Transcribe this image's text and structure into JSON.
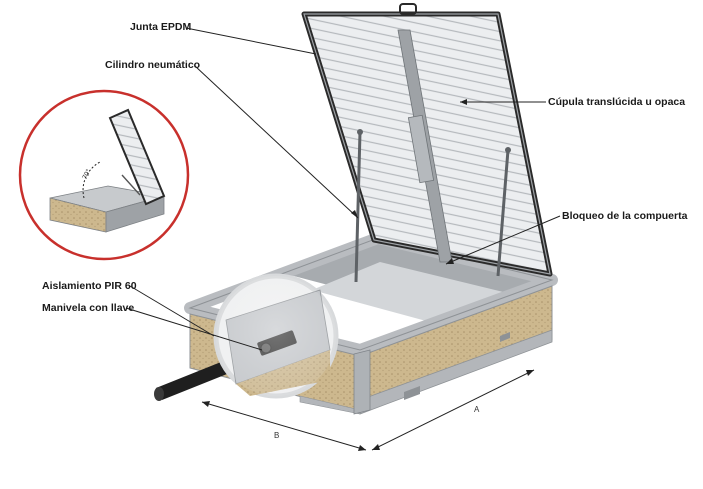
{
  "labels": {
    "junta": "Junta EPDM",
    "cilindro": "Cilindro neumático",
    "cupula": "Cúpula translúcida u opaca",
    "bloqueo": "Bloqueo de la compuerta",
    "aislamiento": "Aislamiento PIR 60",
    "manivela": "Manivela con llave"
  },
  "dimensions": {
    "a": "A",
    "b": "B"
  },
  "inset": {
    "angle": "70°"
  },
  "colors": {
    "frame": "#b9bcc0",
    "frame_dark": "#8e9296",
    "insulation": "#c9b48a",
    "lid_slat": "#e4e6e8",
    "gasket": "#2a2a2a",
    "circle": "#c8302c"
  }
}
